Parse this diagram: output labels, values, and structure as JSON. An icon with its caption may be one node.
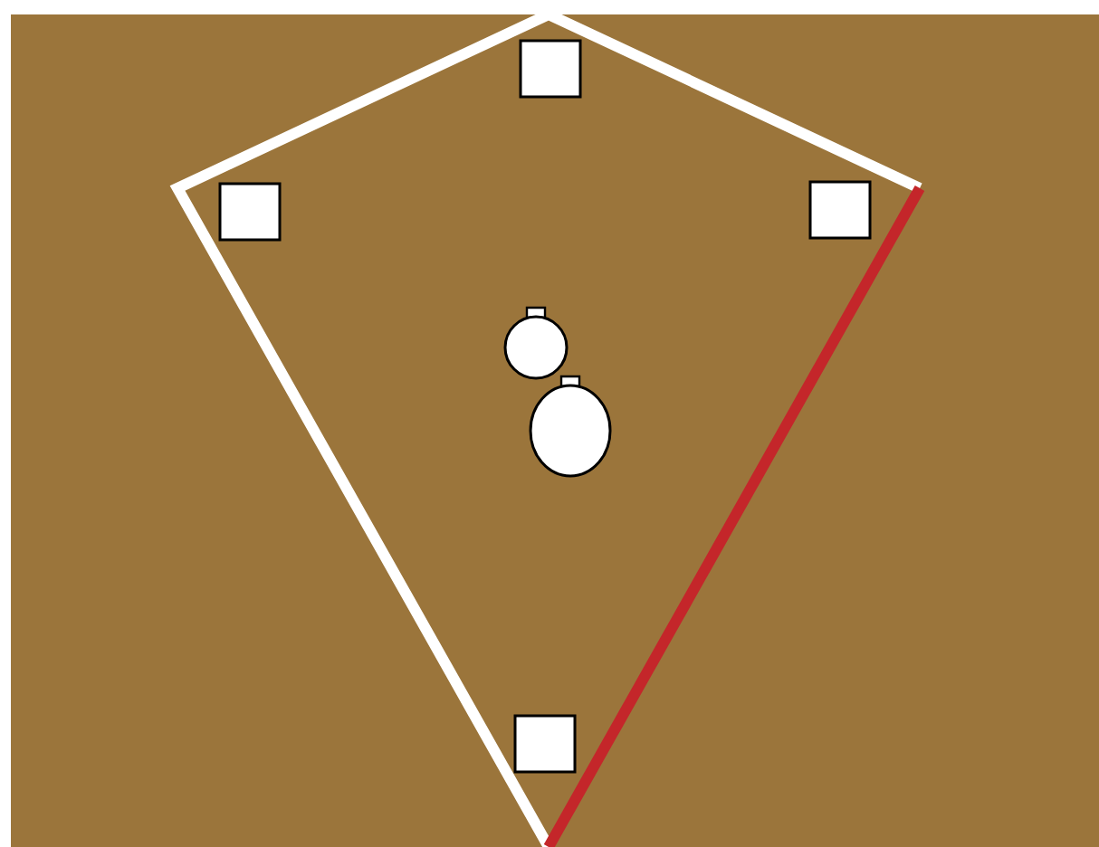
{
  "diagram": {
    "nodes": [
      {
        "text": [],
        "shape": "box"
      },
      {
        "text": [],
        "shape": "box"
      },
      {
        "text": [],
        "shape": "box"
      },
      {
        "text": [],
        "shape": "circle"
      },
      {
        "text": [],
        "shape": "circle"
      },
      {
        "text": [],
        "shape": "box"
      }
    ]
  }
}
